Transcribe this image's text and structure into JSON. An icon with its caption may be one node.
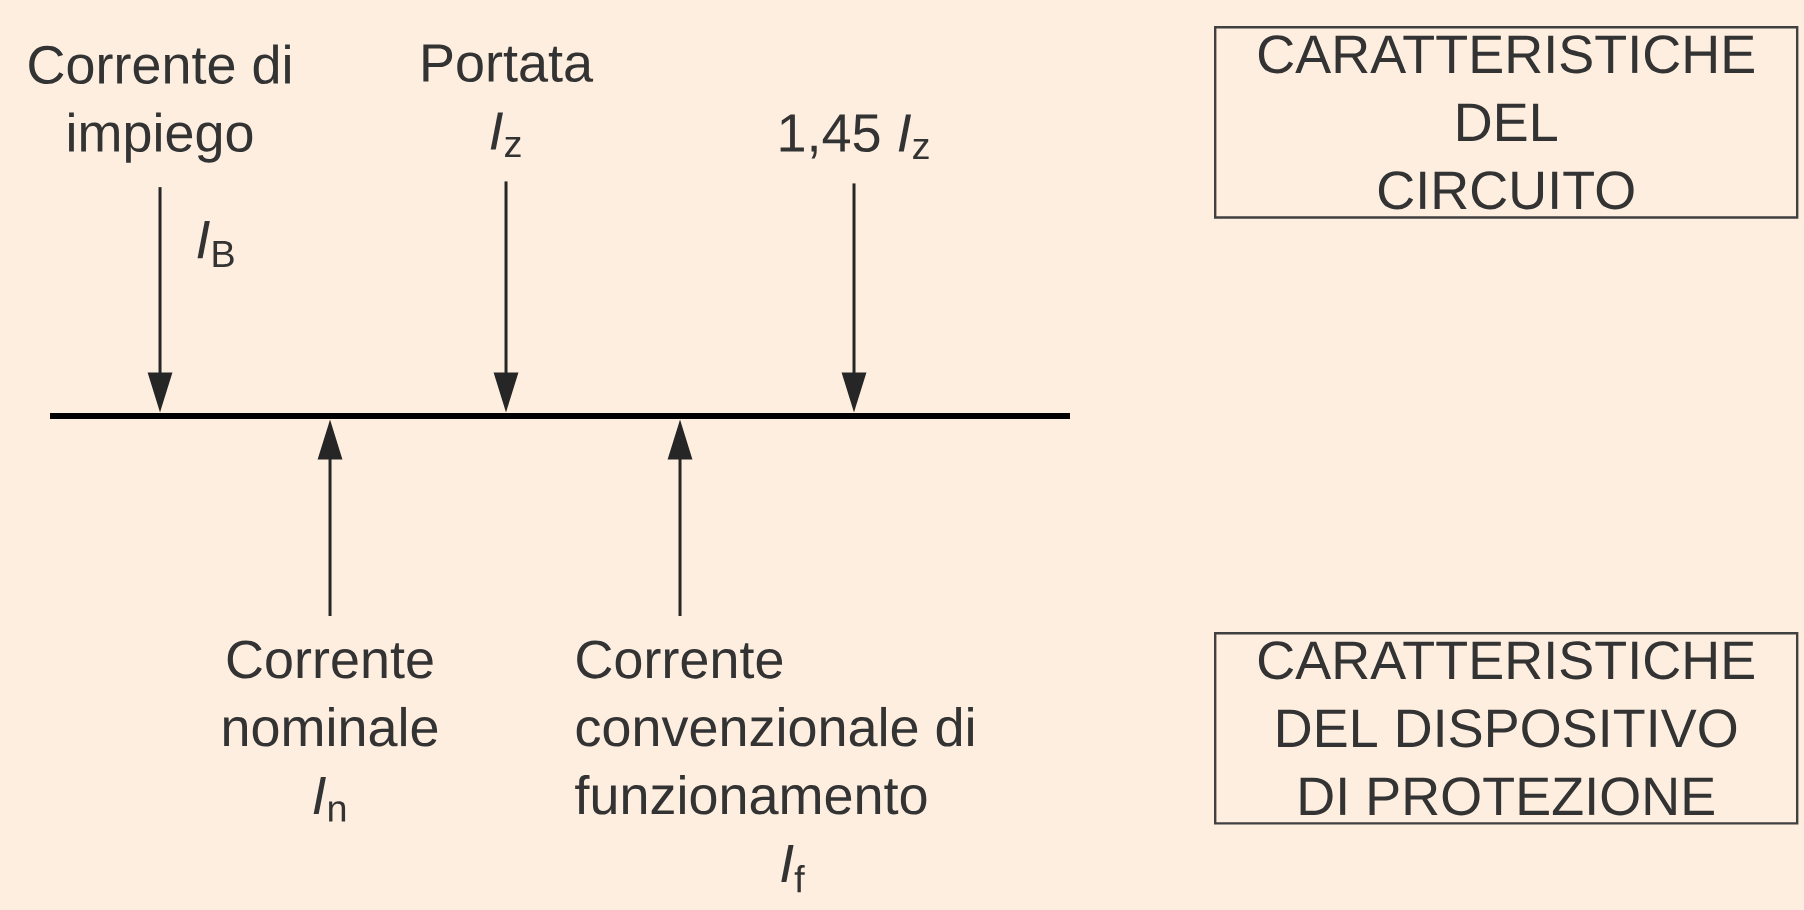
{
  "diagram": {
    "nodes": [
      {
        "text": [
          "Corrente di impiego"
        ],
        "beside": [
          "*I*$_{B}$"
        ]
      },
      {
        "text": [
          "Portata",
          "*I*$_{z}$"
        ]
      },
      {
        "text": [
          "1,45 *I*$_{z}$"
        ]
      },
      {
        "text": [],
        "shape": "bar"
      },
      {
        "text": [
          "Corrente nominale",
          "*I*$_{n}$"
        ]
      },
      {
        "text": [
          "Corrente convenzionale di funzionamento",
          "*I*$_{f}$"
        ]
      },
      {
        "text": [
          "CARATTERISTICHE DEL CIRCUITO"
        ]
      },
      {
        "text": [
          "CARATTERISTICHE DEL DISPOSITIVO DI PROTEZIONE"
        ]
      }
    ],
    "edges": [
      {
        "from": 0,
        "to": 3,
        "arrow": "to"
      },
      {
        "from": 1,
        "to": 3,
        "arrow": "to"
      },
      {
        "from": 2,
        "to": 3,
        "arrow": "to"
      },
      {
        "from": 4,
        "to": 3,
        "arrow": "to"
      },
      {
        "from": 5,
        "to": 3,
        "arrow": "to"
      }
    ]
  }
}
